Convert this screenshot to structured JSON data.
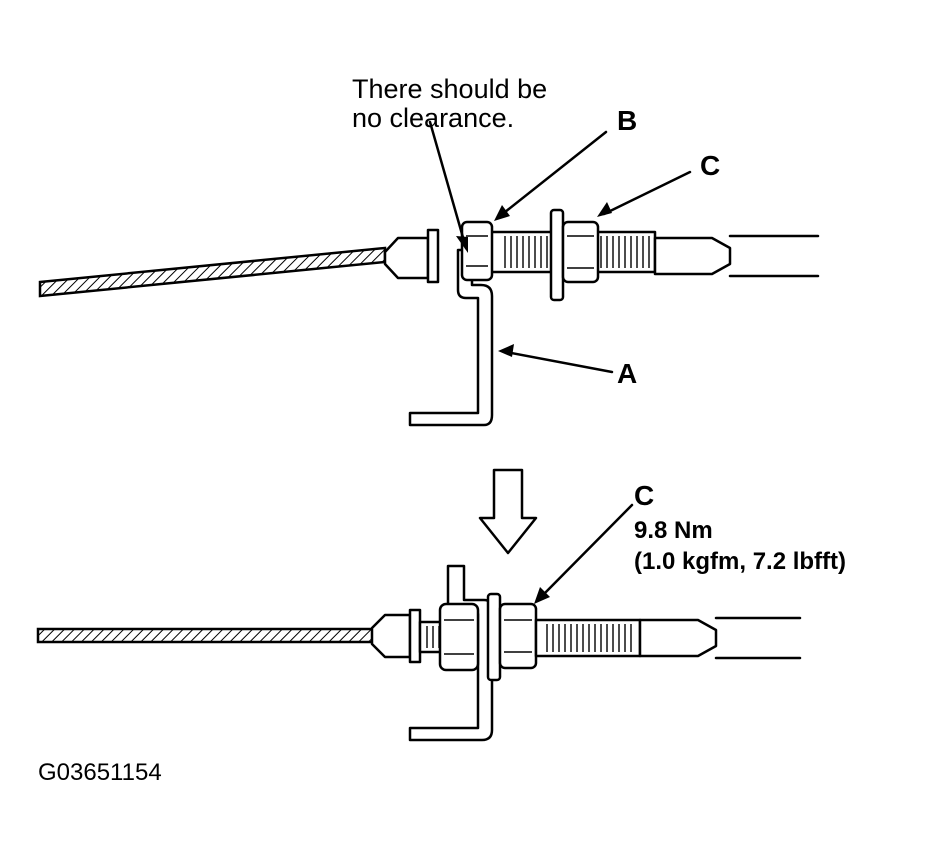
{
  "top_view": {
    "note_line1": "There should be",
    "note_line2": "no clearance.",
    "label_b": "B",
    "label_c": "C",
    "label_a": "A"
  },
  "bottom_view": {
    "label_c": "C",
    "torque_line1": "9.8 Nm",
    "torque_line2": "(1.0 kgfm, 7.2 lbfft)"
  },
  "figure_code": "G03651154"
}
